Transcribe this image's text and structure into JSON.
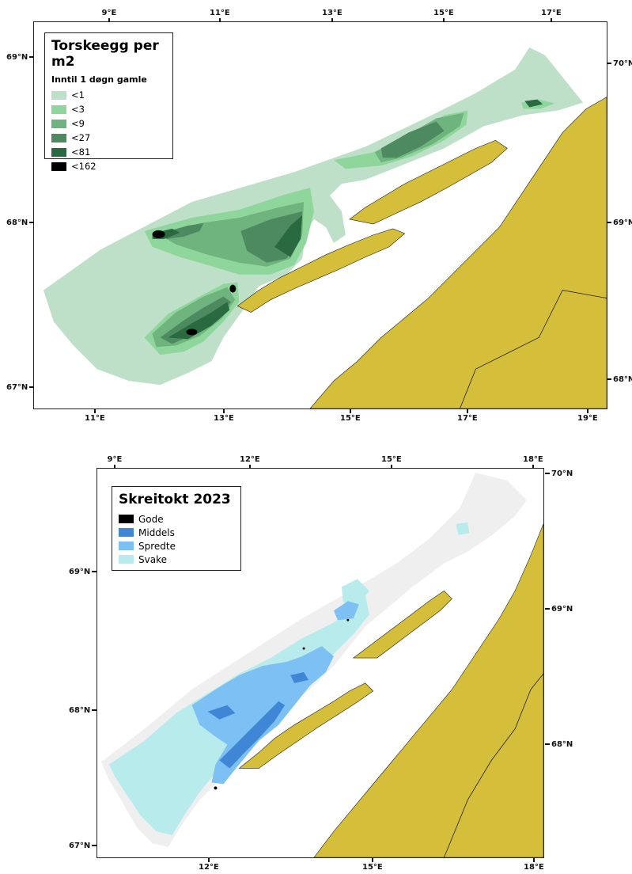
{
  "map1": {
    "legend": {
      "title": "Torskeegg per m2",
      "subtitle": "Inntil 1 døgn gamle",
      "items": [
        {
          "label": "<1",
          "color": "#bfe0c8"
        },
        {
          "label": "<3",
          "color": "#8fd69c"
        },
        {
          "label": "<9",
          "color": "#6fb47e"
        },
        {
          "label": "<27",
          "color": "#4e8a60"
        },
        {
          "label": "<81",
          "color": "#2a6a40"
        },
        {
          "label": "<162",
          "color": "#000000"
        }
      ]
    },
    "ticks": {
      "top": [
        "9°E",
        "11°E",
        "13°E",
        "15°E",
        "17°E"
      ],
      "bottom": [
        "11°E",
        "13°E",
        "15°E",
        "17°E",
        "19°E"
      ],
      "left": [
        "69°N",
        "68°N",
        "67°N"
      ],
      "right": [
        "70°N",
        "69°N",
        "68°N"
      ]
    }
  },
  "map2": {
    "legend": {
      "title": "Skreitokt 2023",
      "items": [
        {
          "label": "Gode",
          "color": "#000000"
        },
        {
          "label": "Middels",
          "color": "#3f86d6"
        },
        {
          "label": "Spredte",
          "color": "#7cc0f4"
        },
        {
          "label": "Svake",
          "color": "#b8ecec"
        }
      ]
    },
    "ticks": {
      "top": [
        "9°E",
        "12°E",
        "15°E",
        "18°E"
      ],
      "bottom": [
        "12°E",
        "15°E",
        "18°E"
      ],
      "left": [
        "69°N",
        "68°N",
        "67°N"
      ],
      "right": [
        "70°N",
        "69°N",
        "68°N"
      ]
    }
  },
  "colors": {
    "land": "#d4be3a",
    "survey_area": "#efefef",
    "border": "#222222"
  }
}
